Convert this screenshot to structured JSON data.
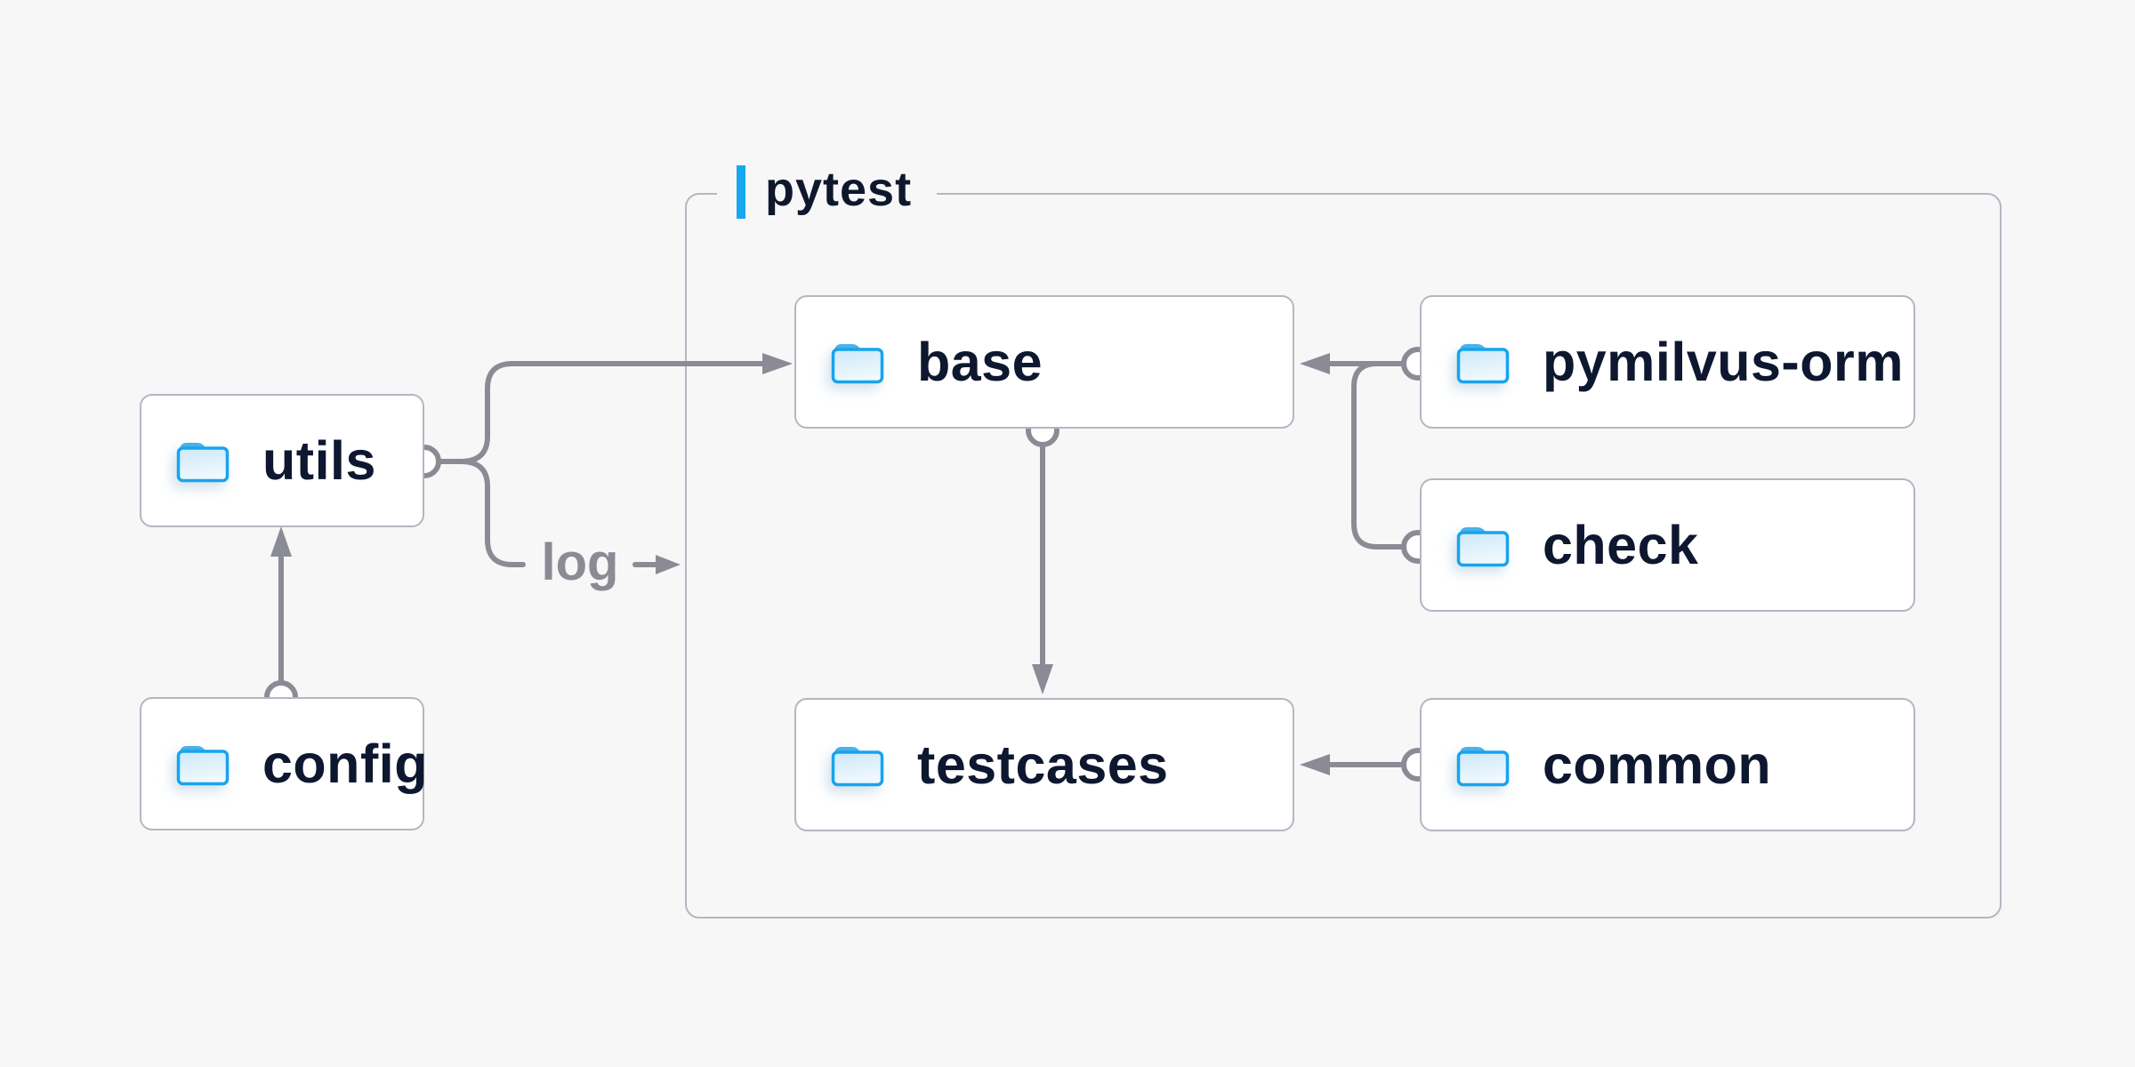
{
  "diagram": {
    "group": {
      "label": "pytest"
    },
    "nodes": {
      "utils": {
        "label": "utils"
      },
      "config": {
        "label": "config"
      },
      "base": {
        "label": "base"
      },
      "pymilvus_orm": {
        "label": "pymilvus-orm"
      },
      "check": {
        "label": "check"
      },
      "testcases": {
        "label": "testcases"
      },
      "common": {
        "label": "common"
      }
    },
    "edges": [
      {
        "from": "config",
        "to": "utils",
        "label": ""
      },
      {
        "from": "utils",
        "to": "base",
        "label": ""
      },
      {
        "from": "utils",
        "to": "pytest",
        "label": "log"
      },
      {
        "from": "base",
        "to": "testcases",
        "label": ""
      },
      {
        "from": "pymilvus-orm",
        "to": "base",
        "label": ""
      },
      {
        "from": "check",
        "to": "base",
        "label": ""
      },
      {
        "from": "common",
        "to": "testcases",
        "label": ""
      }
    ],
    "icons": {
      "node_icon": "folder-icon"
    },
    "colors": {
      "background": "#f7f7f8",
      "node_fill": "#ffffff",
      "node_border": "#b5b6c2",
      "connector_gray": "#8b8b96",
      "accent_blue": "#17a8ef",
      "folder_blue": "#17a4ee",
      "folder_tab_blue": "#49b2e8",
      "text_navy": "#0e1730",
      "muted_text_gray": "#8b8b96"
    }
  }
}
